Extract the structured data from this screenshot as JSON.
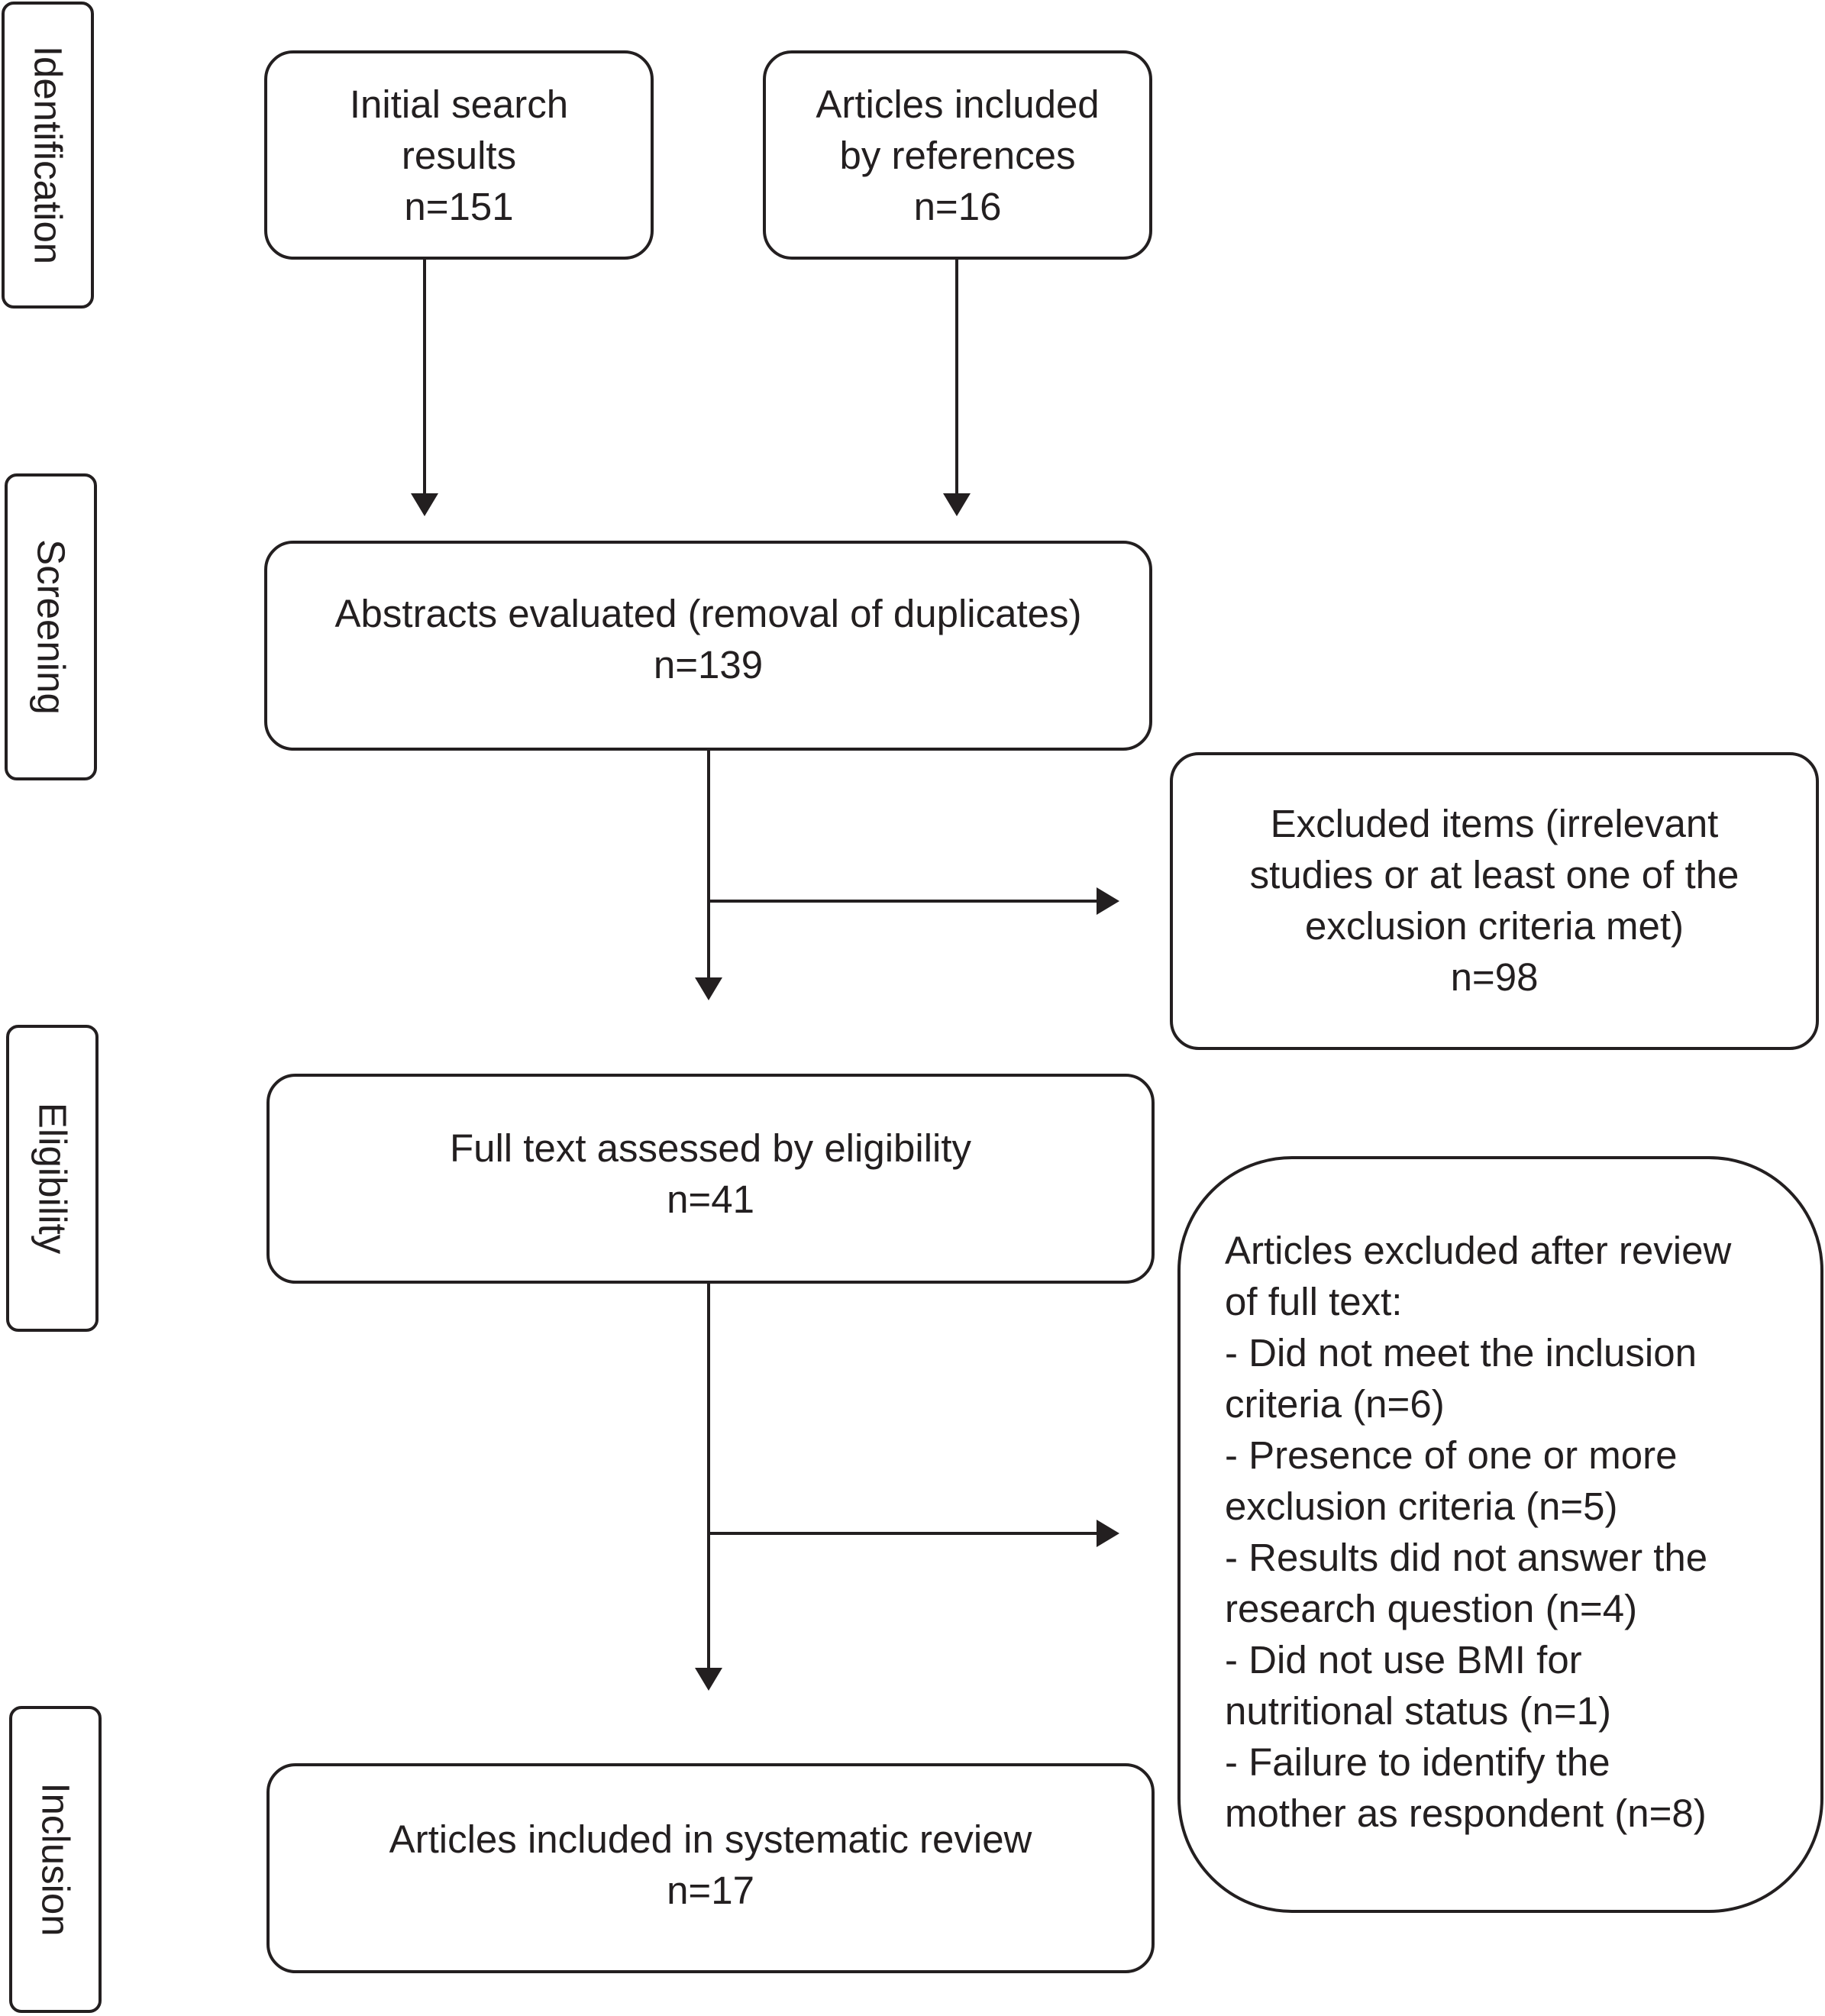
{
  "stages": {
    "identification": "Identification",
    "screening": "Screening",
    "eligibility": "Eligibility",
    "inclusion": "Inclusion"
  },
  "boxes": {
    "initial_search": {
      "line1": "Initial search",
      "line2": "results",
      "line3": "n=151"
    },
    "references": {
      "line1": "Articles included",
      "line2": "by references",
      "line3": "n=16"
    },
    "abstracts": {
      "line1": "Abstracts evaluated (removal of duplicates)",
      "line2": "n=139"
    },
    "excluded_items": {
      "line1": "Excluded items (irrelevant",
      "line2": "studies or at least one of the",
      "line3": "exclusion criteria met)",
      "line4": "n=98"
    },
    "full_text": {
      "line1": "Full text assessed by eligibility",
      "line2": "n=41"
    },
    "excluded_full_text": {
      "lines": [
        "Articles excluded after review",
        "of full text:",
        "- Did not meet the inclusion",
        "criteria (n=6)",
        "- Presence of one or more",
        "exclusion criteria (n=5)",
        "- Results did not answer the",
        "research question (n=4)",
        "- Did not use BMI for",
        "nutritional status (n=1)",
        "- Failure to identify the",
        "mother as respondent (n=8)"
      ]
    },
    "included": {
      "line1": "Articles included in systematic review",
      "line2": "n=17"
    }
  },
  "colors": {
    "stroke": "#231f20",
    "background": "#ffffff"
  }
}
